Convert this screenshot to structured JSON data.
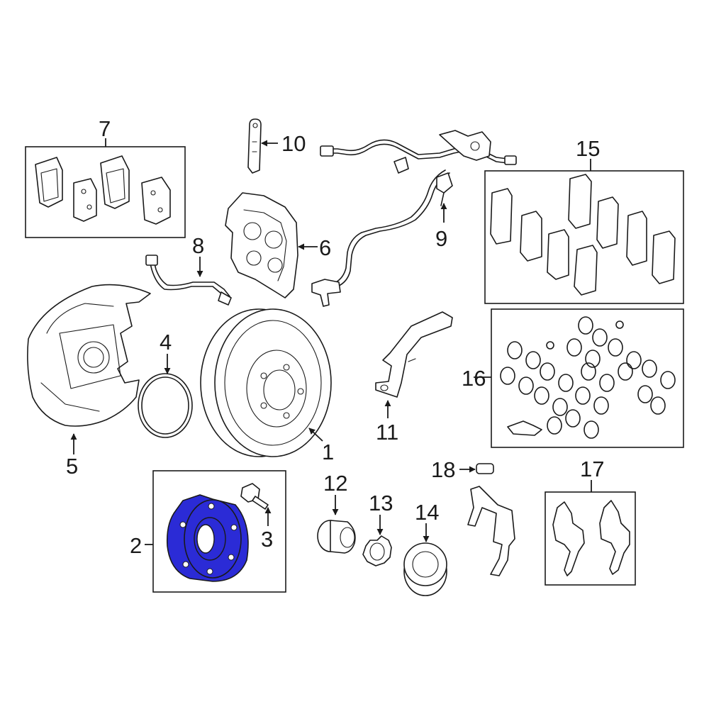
{
  "diagram": {
    "highlight_color": "#2b2bd6",
    "line_color": "#1a1a1a",
    "callouts": {
      "n1": "1",
      "n2": "2",
      "n3": "3",
      "n4": "4",
      "n5": "5",
      "n6": "6",
      "n7": "7",
      "n8": "8",
      "n9": "9",
      "n10": "10",
      "n11": "11",
      "n12": "12",
      "n13": "13",
      "n14": "14",
      "n15": "15",
      "n16": "16",
      "n17": "17",
      "n18": "18"
    }
  }
}
